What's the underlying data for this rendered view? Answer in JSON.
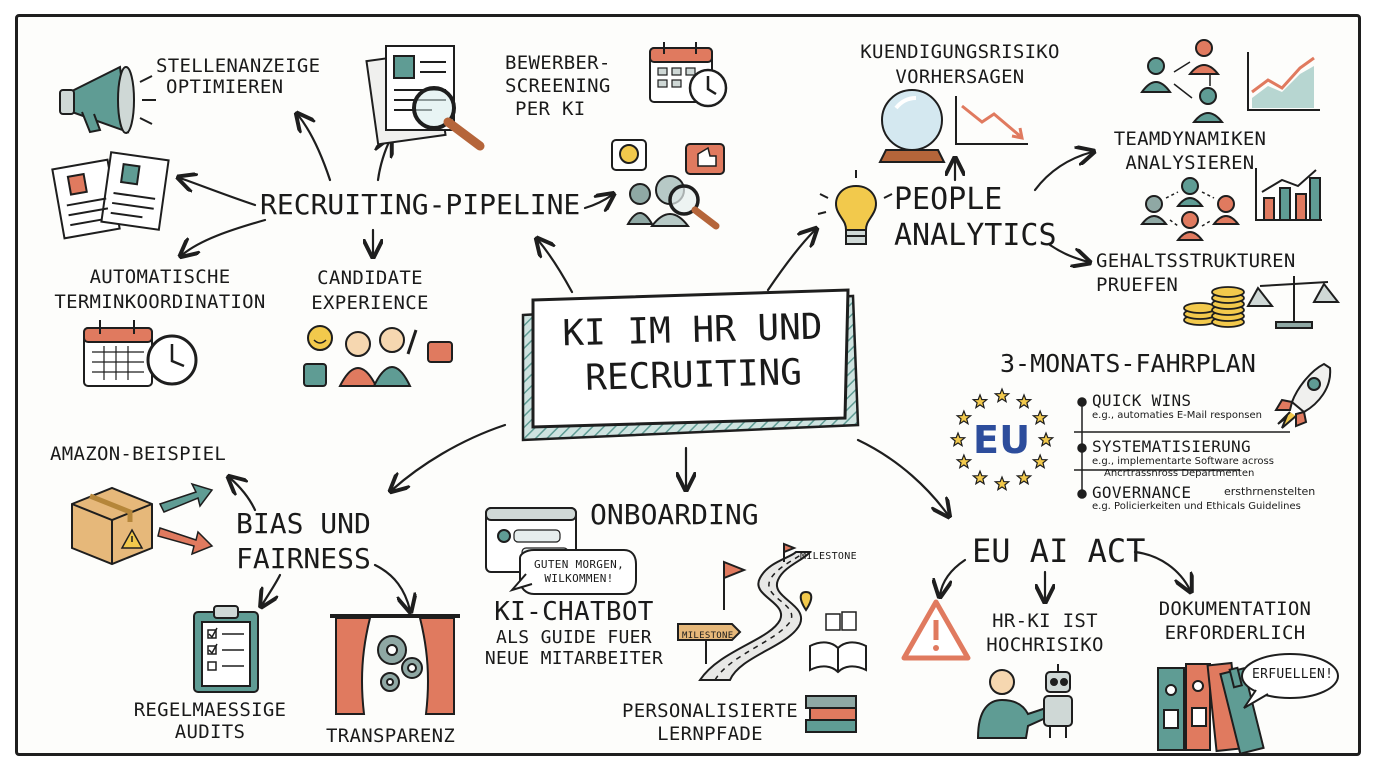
{
  "title": {
    "line1": "KI IM HR UND",
    "line2": "RECRUITING"
  },
  "recruiting": {
    "hub": "RECRUITING-PIPELINE",
    "stellen": {
      "line1": "STELLENANZEIGE",
      "line2": "OPTIMIEREN"
    },
    "bewerber": {
      "line1": "BEWERBER-",
      "line2": "SCREENING",
      "line3": "PER KI"
    },
    "termin": {
      "line1": "AUTOMATISCHE",
      "line2": "TERMINKOORDINATION"
    },
    "candidate": {
      "line1": "CANDIDATE",
      "line2": "EXPERIENCE"
    }
  },
  "people": {
    "hub_line1": "PEOPLE",
    "hub_line2": "ANALYTICS",
    "kuend": {
      "line1": "KUENDIGUNGSRISIKO",
      "line2": "VORHERSAGEN"
    },
    "team": {
      "line1": "TEAMDYNAMIKEN",
      "line2": "ANALYSIEREN"
    },
    "gehalt": {
      "line1": "GEHALTSSTRUKTUREN",
      "line2": "PRUEFEN"
    }
  },
  "roadmap": {
    "title": "3-MONATS-FAHRPLAN",
    "eu_badge": "EU",
    "items": [
      {
        "label": "QUICK WINS",
        "note1": "e.g., automaties E-Mail responsen",
        "note2": ""
      },
      {
        "label": "SYSTEMATISIERUNG",
        "note1": "e.g., implementarte Software across",
        "note2": "Ancrtrassnross Departmenten"
      },
      {
        "label": "GOVERNANCE",
        "label_extra": "ersthrnenstelten",
        "note1": "e.g. Policierkeiten und Ethicals Guidelines",
        "note2": ""
      }
    ]
  },
  "bias": {
    "hub_line1": "BIAS UND",
    "hub_line2": "FAIRNESS",
    "amazon": "AMAZON-BEISPIEL",
    "audits": {
      "line1": "REGELMAESSIGE",
      "line2": "AUDITS"
    },
    "transparenz": "TRANSPARENZ"
  },
  "onboarding": {
    "hub": "ONBOARDING",
    "bubble": {
      "line1": "GUTEN MORGEN,",
      "line2": "WILKOMMEN!"
    },
    "chatbot": {
      "line1": "KI-CHATBOT",
      "line2": "ALS GUIDE FUER",
      "line3": "NEUE MITARBEITER"
    },
    "milestone_top": "MILESTONE",
    "milestone_sign": "MILESTONE",
    "lern": {
      "line1": "PERSONALISIERTE",
      "line2": "LERNPFADE"
    }
  },
  "euact": {
    "hub": "EU AI ACT",
    "hochrisiko": {
      "line1": "HR-KI IST",
      "line2": "HOCHRISIKO"
    },
    "doku": {
      "line1": "DOKUMENTATION",
      "line2": "ERFORDERLICH"
    },
    "bubble": "ERFUELLEN!"
  },
  "colors": {
    "teal": "#5f9c94",
    "salmon": "#e07a5f",
    "yellow": "#f2c94c",
    "ink": "#1e1e1e",
    "eu_blue": "#2d4d9c",
    "paper": "#fdfdfb"
  },
  "icons": [
    "megaphone-icon",
    "resume-magnifier-icon",
    "calendar-clock-icon",
    "documents-icon",
    "feedback-magnifier-icon",
    "smiley-people-icon",
    "crystal-ball-icon",
    "trend-down-icon",
    "lightbulb-icon",
    "network-people-icon",
    "growth-chart-icon",
    "bar-chart-icon",
    "coins-icon",
    "scales-icon",
    "eu-stars-icon",
    "rocket-icon",
    "box-warning-icon",
    "clipboard-icon",
    "curtain-gears-icon",
    "chatbot-window-icon",
    "winding-road-icon",
    "books-icon",
    "warning-icon",
    "human-robot-icon",
    "binders-icon"
  ]
}
